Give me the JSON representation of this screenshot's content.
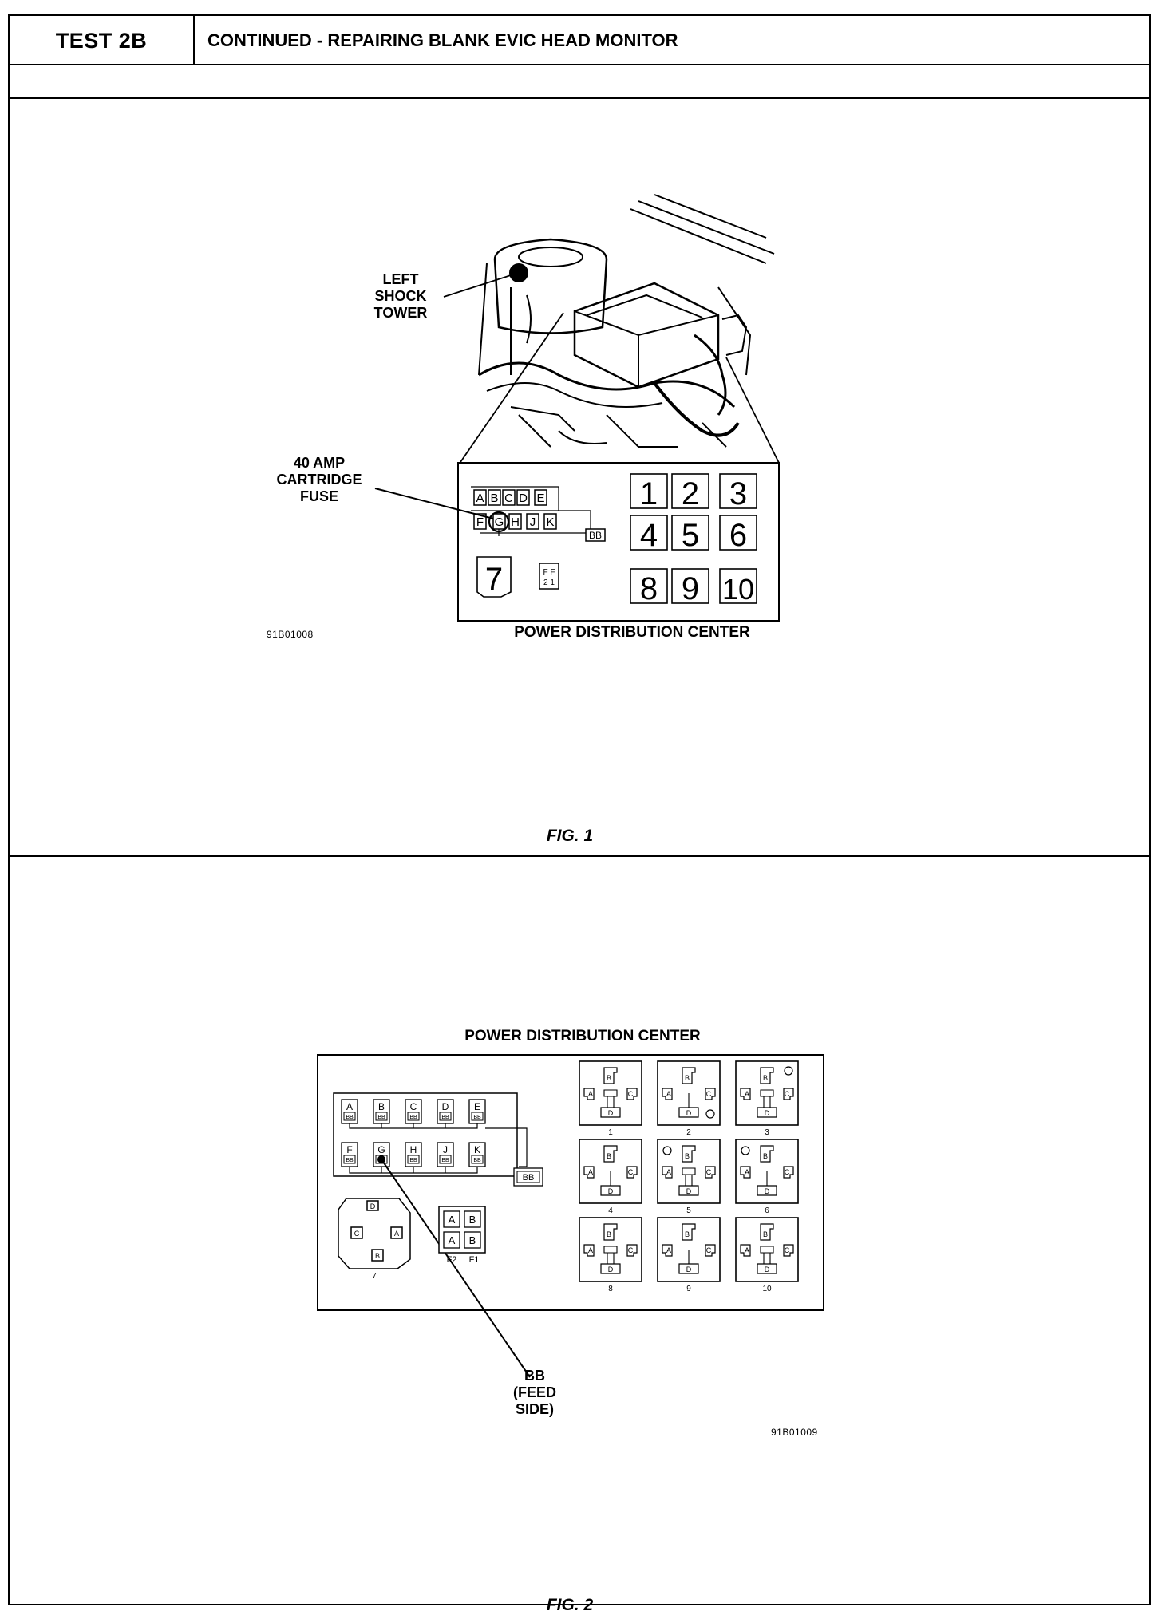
{
  "header": {
    "test_id": "TEST 2B",
    "title": "CONTINUED - REPAIRING BLANK EVIC HEAD MONITOR"
  },
  "fig1": {
    "caption": "FIG. 1",
    "label_left_shock_tower": [
      "LEFT",
      "SHOCK",
      "TOWER"
    ],
    "label_fuse": [
      "40 AMP",
      "CARTRIDGE",
      "FUSE"
    ],
    "part_number": "91B01008",
    "panel_title": "POWER DISTRIBUTION CENTER",
    "fuse_row_top": [
      "A",
      "B",
      "C",
      "D",
      "E"
    ],
    "fuse_row_bottom": [
      "F",
      "G",
      "H",
      "J",
      "K"
    ],
    "bb_label": "BB",
    "relays": [
      "1",
      "2",
      "3",
      "4",
      "5",
      "6",
      "8",
      "9",
      "10"
    ],
    "relay_7": "7",
    "ff_label": [
      "F F",
      "2 1"
    ]
  },
  "fig2": {
    "caption": "FIG. 2",
    "panel_title": "POWER DISTRIBUTION CENTER",
    "part_number": "91B01009",
    "fuse_row_top": [
      "A",
      "B",
      "C",
      "D",
      "E"
    ],
    "fuse_row_bottom": [
      "F",
      "G",
      "H",
      "J",
      "K"
    ],
    "fuse_sub": "BB",
    "bb_label": "BB",
    "feed_label": [
      "BB",
      "(FEED",
      "SIDE)"
    ],
    "relay_7": "7",
    "f_block": [
      "A",
      "B",
      "A",
      "B"
    ],
    "f_block_labels": [
      "F2",
      "F1"
    ],
    "relays": [
      "1",
      "2",
      "3",
      "4",
      "5",
      "6",
      "8",
      "9",
      "10"
    ],
    "pin_letters": [
      "A",
      "B",
      "C",
      "D"
    ]
  }
}
